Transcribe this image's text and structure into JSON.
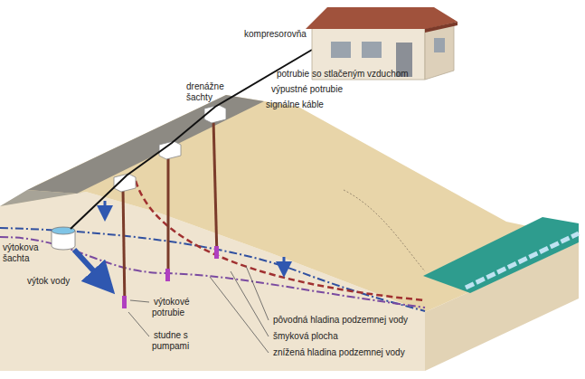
{
  "diagram": {
    "labels": [
      "kompresorovňa",
      "potrubie so stlačeným vzduchom",
      "výpustné potrubie",
      "signálne káble",
      "drenážne šachty",
      "výtokova šachta",
      "výtok vody",
      "výtokové potrubie",
      "studne s pumpami",
      "pôvodná hladina podzemnej vody",
      "šmyková plocha",
      "znížená hladina podzemnej vody"
    ]
  }
}
